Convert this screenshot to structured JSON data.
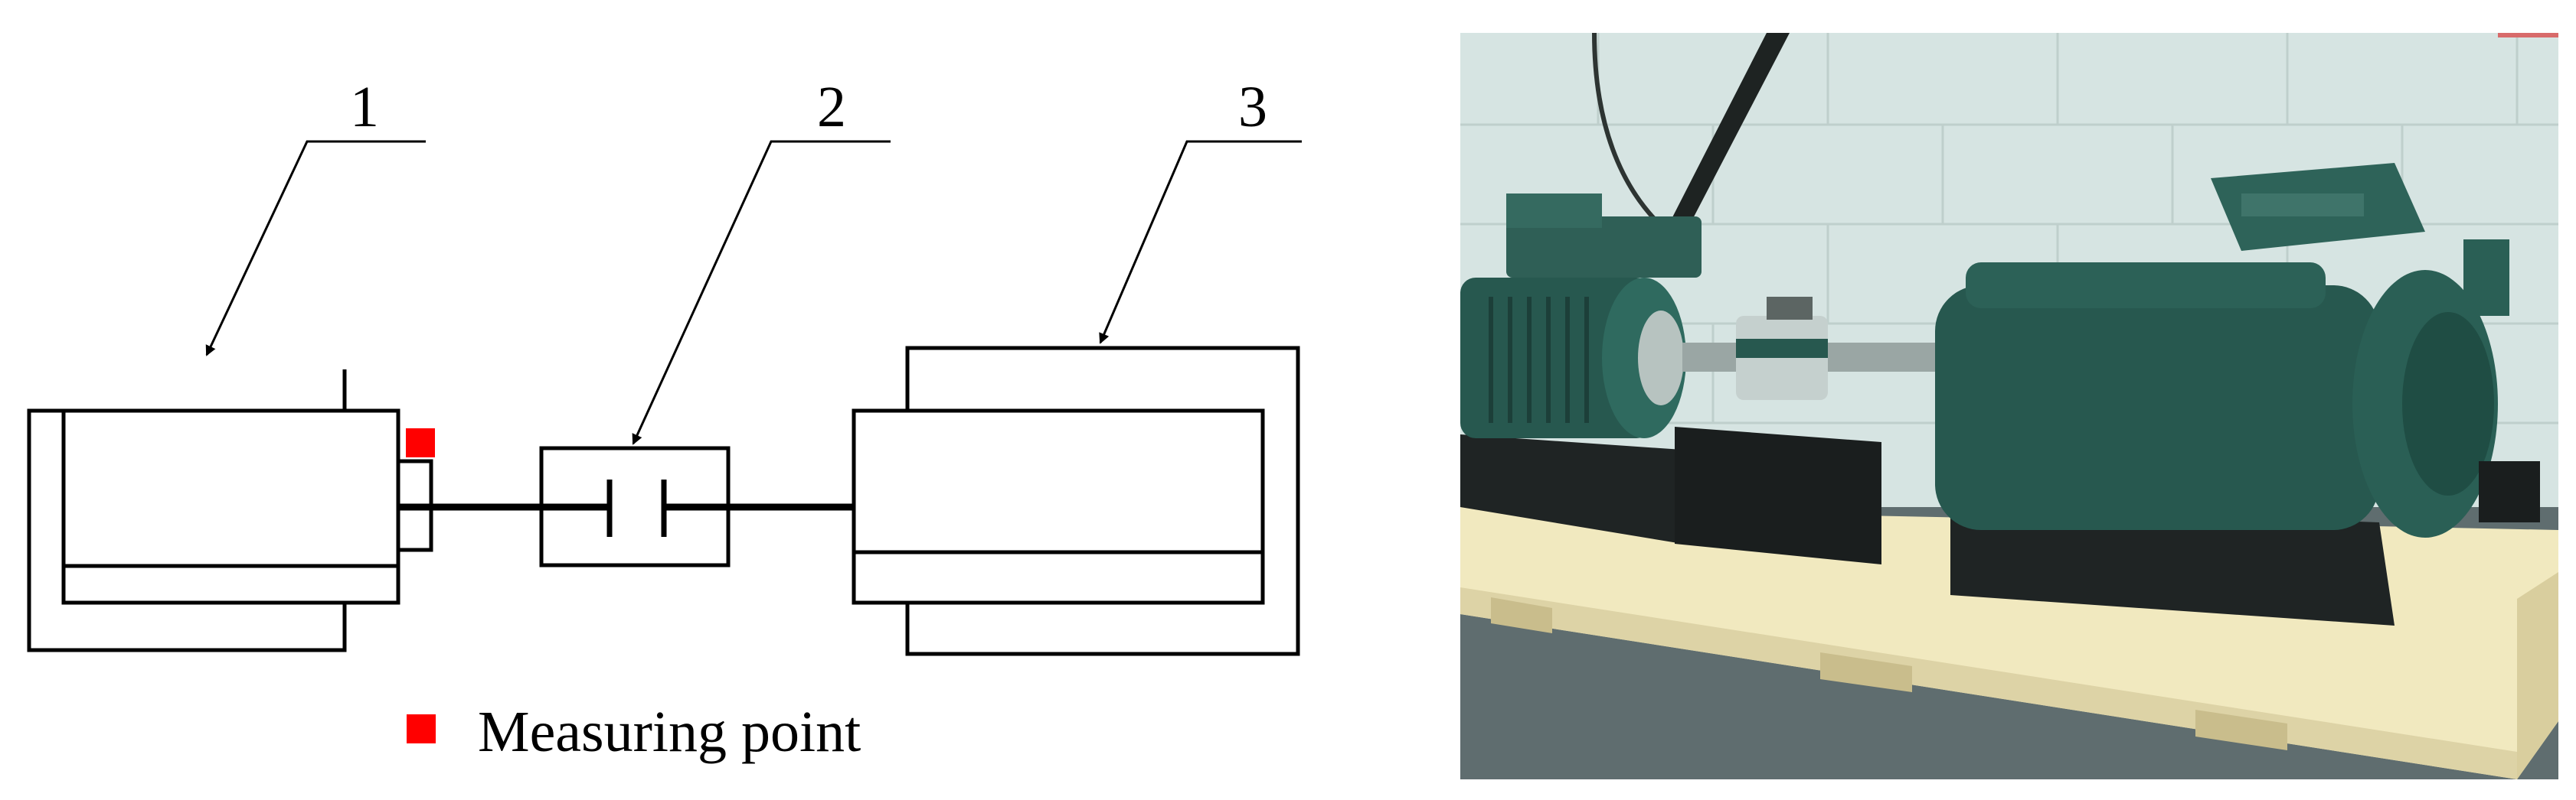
{
  "diagram": {
    "callouts": [
      {
        "number": "1"
      },
      {
        "number": "2"
      },
      {
        "number": "3"
      }
    ],
    "legend": {
      "label": "Measuring point",
      "color": "#ff0000"
    }
  },
  "photo": {
    "subject": "motor test rig on wooden base",
    "colors": {
      "wall": "#d6e4e2",
      "motor": "#27584f",
      "base_wood": "#f1e9bf",
      "floor": "#5f6d6f",
      "steel_base": "#1f2424"
    }
  }
}
